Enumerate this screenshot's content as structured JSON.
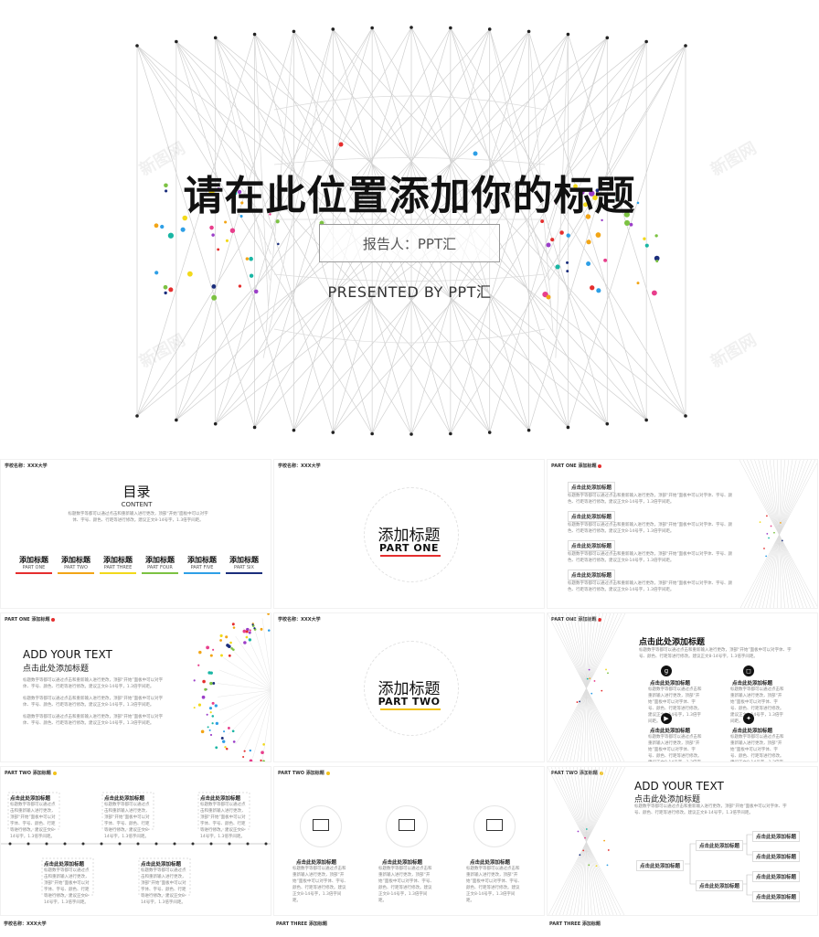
{
  "hero": {
    "title": "请在此位置添加你的标题",
    "reporter": "报告人：PPT汇",
    "presented": "PRESENTED BY PPT汇",
    "watermark": "新图网"
  },
  "common": {
    "school": "学校名称：XXX大学",
    "placeholder_short": "标题数字等都可以通过点击和重新输入进行更改，顶部“开始”面板中可以对字体、字号、颜色、行距等进行修改。建议正文8-14号字，1.3倍字间距。",
    "click_title": "点击此处添加标题",
    "add_title": "添加标题"
  },
  "slides": {
    "toc": {
      "title": "目录",
      "subtitle": "CONTENT",
      "parts": [
        {
          "label": "添加标题",
          "sub": "PART ONE",
          "color": "#e52e2e"
        },
        {
          "label": "添加标题",
          "sub": "PART TWO",
          "color": "#f2a516"
        },
        {
          "label": "添加标题",
          "sub": "PART THREE",
          "color": "#f2d91a"
        },
        {
          "label": "添加标题",
          "sub": "PART FOUR",
          "color": "#7cc242"
        },
        {
          "label": "添加标题",
          "sub": "PART FIVE",
          "color": "#2e9fe6"
        },
        {
          "label": "添加标题",
          "sub": "PART SIX",
          "color": "#1b2e7c"
        }
      ]
    },
    "section1": {
      "title": "添加标题",
      "part": "PART ONE",
      "color": "#e52e2e"
    },
    "section2": {
      "title": "添加标题",
      "part": "PART TWO",
      "color": "#f2c21a"
    },
    "part_one_hdr": "PART ONE 添加标题",
    "part_two_hdr": "PART TWO 添加标题",
    "part_three_hdr": "PART THREE 添加标题",
    "add_your_text": "ADD YOUR TEXT",
    "click_add": "点击此处添加标题"
  },
  "colors": {
    "red": "#e52e2e",
    "yellow": "#f2c21a",
    "dots": [
      "#e52e2e",
      "#2e9fe6",
      "#7cc242",
      "#f2a516",
      "#9b3ec8",
      "#1b2e7c",
      "#f2d91a",
      "#e83e8c",
      "#19b6a4"
    ]
  }
}
